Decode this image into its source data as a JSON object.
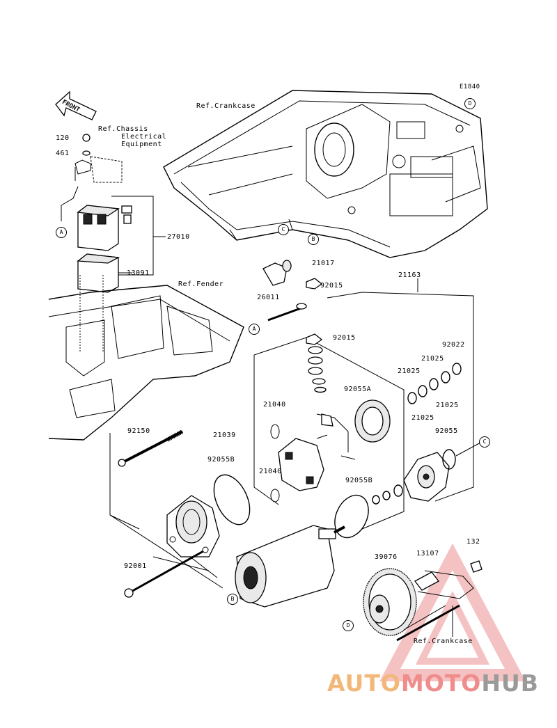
{
  "diagram_code": "E1840",
  "front_label": "FRONT",
  "refs": {
    "crankcase_top": "Ref.Crankcase",
    "chassis": "Ref.Chassis\nElectrical\nEquipment",
    "chassis_l1": "Ref.Chassis",
    "chassis_l2": "Electrical",
    "chassis_l3": "Equipment",
    "fender": "Ref.Fender",
    "crankcase_bottom": "Ref.Crankcase"
  },
  "parts": {
    "p120": "120",
    "p461": "461",
    "p27010": "27010",
    "p13091": "13091",
    "p21017": "21017",
    "p92015a": "92015",
    "p26011": "26011",
    "p92015b": "92015",
    "p21163": "21163",
    "p92022": "92022",
    "p21025a": "21025",
    "p21025b": "21025",
    "p21025c": "21025",
    "p21025d": "21025",
    "p92055A": "92055A",
    "p21040a": "21040",
    "p21039": "21039",
    "p21040b": "21040",
    "p92150": "92150",
    "p92055B_left": "92055B",
    "p92055": "92055",
    "p92055B_mid": "92055B",
    "p92001": "92001",
    "p39076": "39076",
    "p13107": "13107",
    "p132": "132"
  },
  "callouts": {
    "A1": "A",
    "A2": "A",
    "B1": "B",
    "B2": "B",
    "C1": "C",
    "C2": "C",
    "D1": "D",
    "D2": "D"
  },
  "watermark": {
    "part1": "AUTO",
    "part2": "MOTO",
    "part3": "HUB",
    "color_auto": "#f3b879",
    "color_moto": "#ef8d8d",
    "color_hub": "#9a9a9a",
    "triangle_color": "#e87a7a"
  }
}
